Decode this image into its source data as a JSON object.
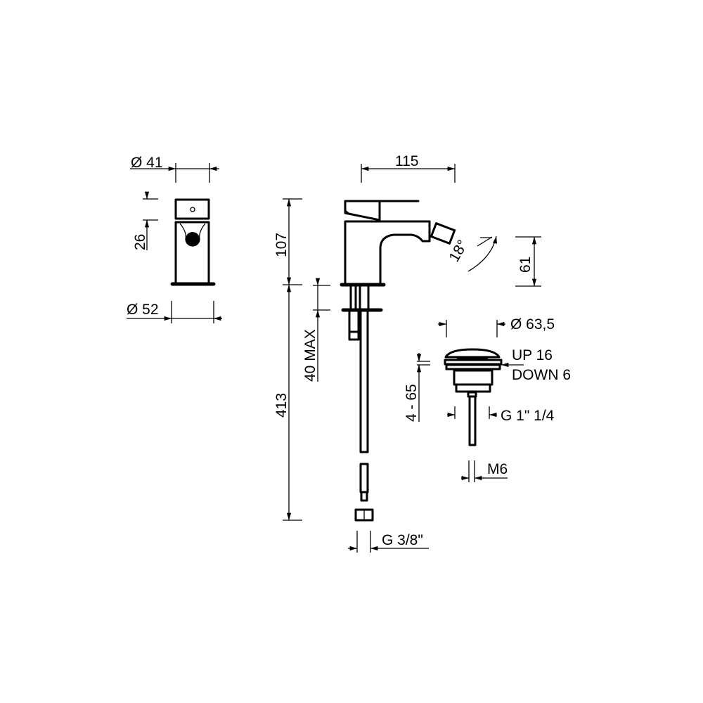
{
  "drawing": {
    "side_view": {
      "diameter_top": "Ø 41",
      "height_lever": "26",
      "diameter_base": "Ø 52"
    },
    "front_view": {
      "spout_reach": "115",
      "body_height": "107",
      "hose_length": "413",
      "deck_thickness": "40 MAX",
      "spray_angle": "18°",
      "spout_height": "61",
      "hose_connection": "G 3/8\""
    },
    "waste": {
      "diameter": "Ø 63,5",
      "up": "UP 16",
      "down": "DOWN 6",
      "range": "4 - 65",
      "thread": "G 1\" 1/4",
      "rod": "M6"
    }
  }
}
